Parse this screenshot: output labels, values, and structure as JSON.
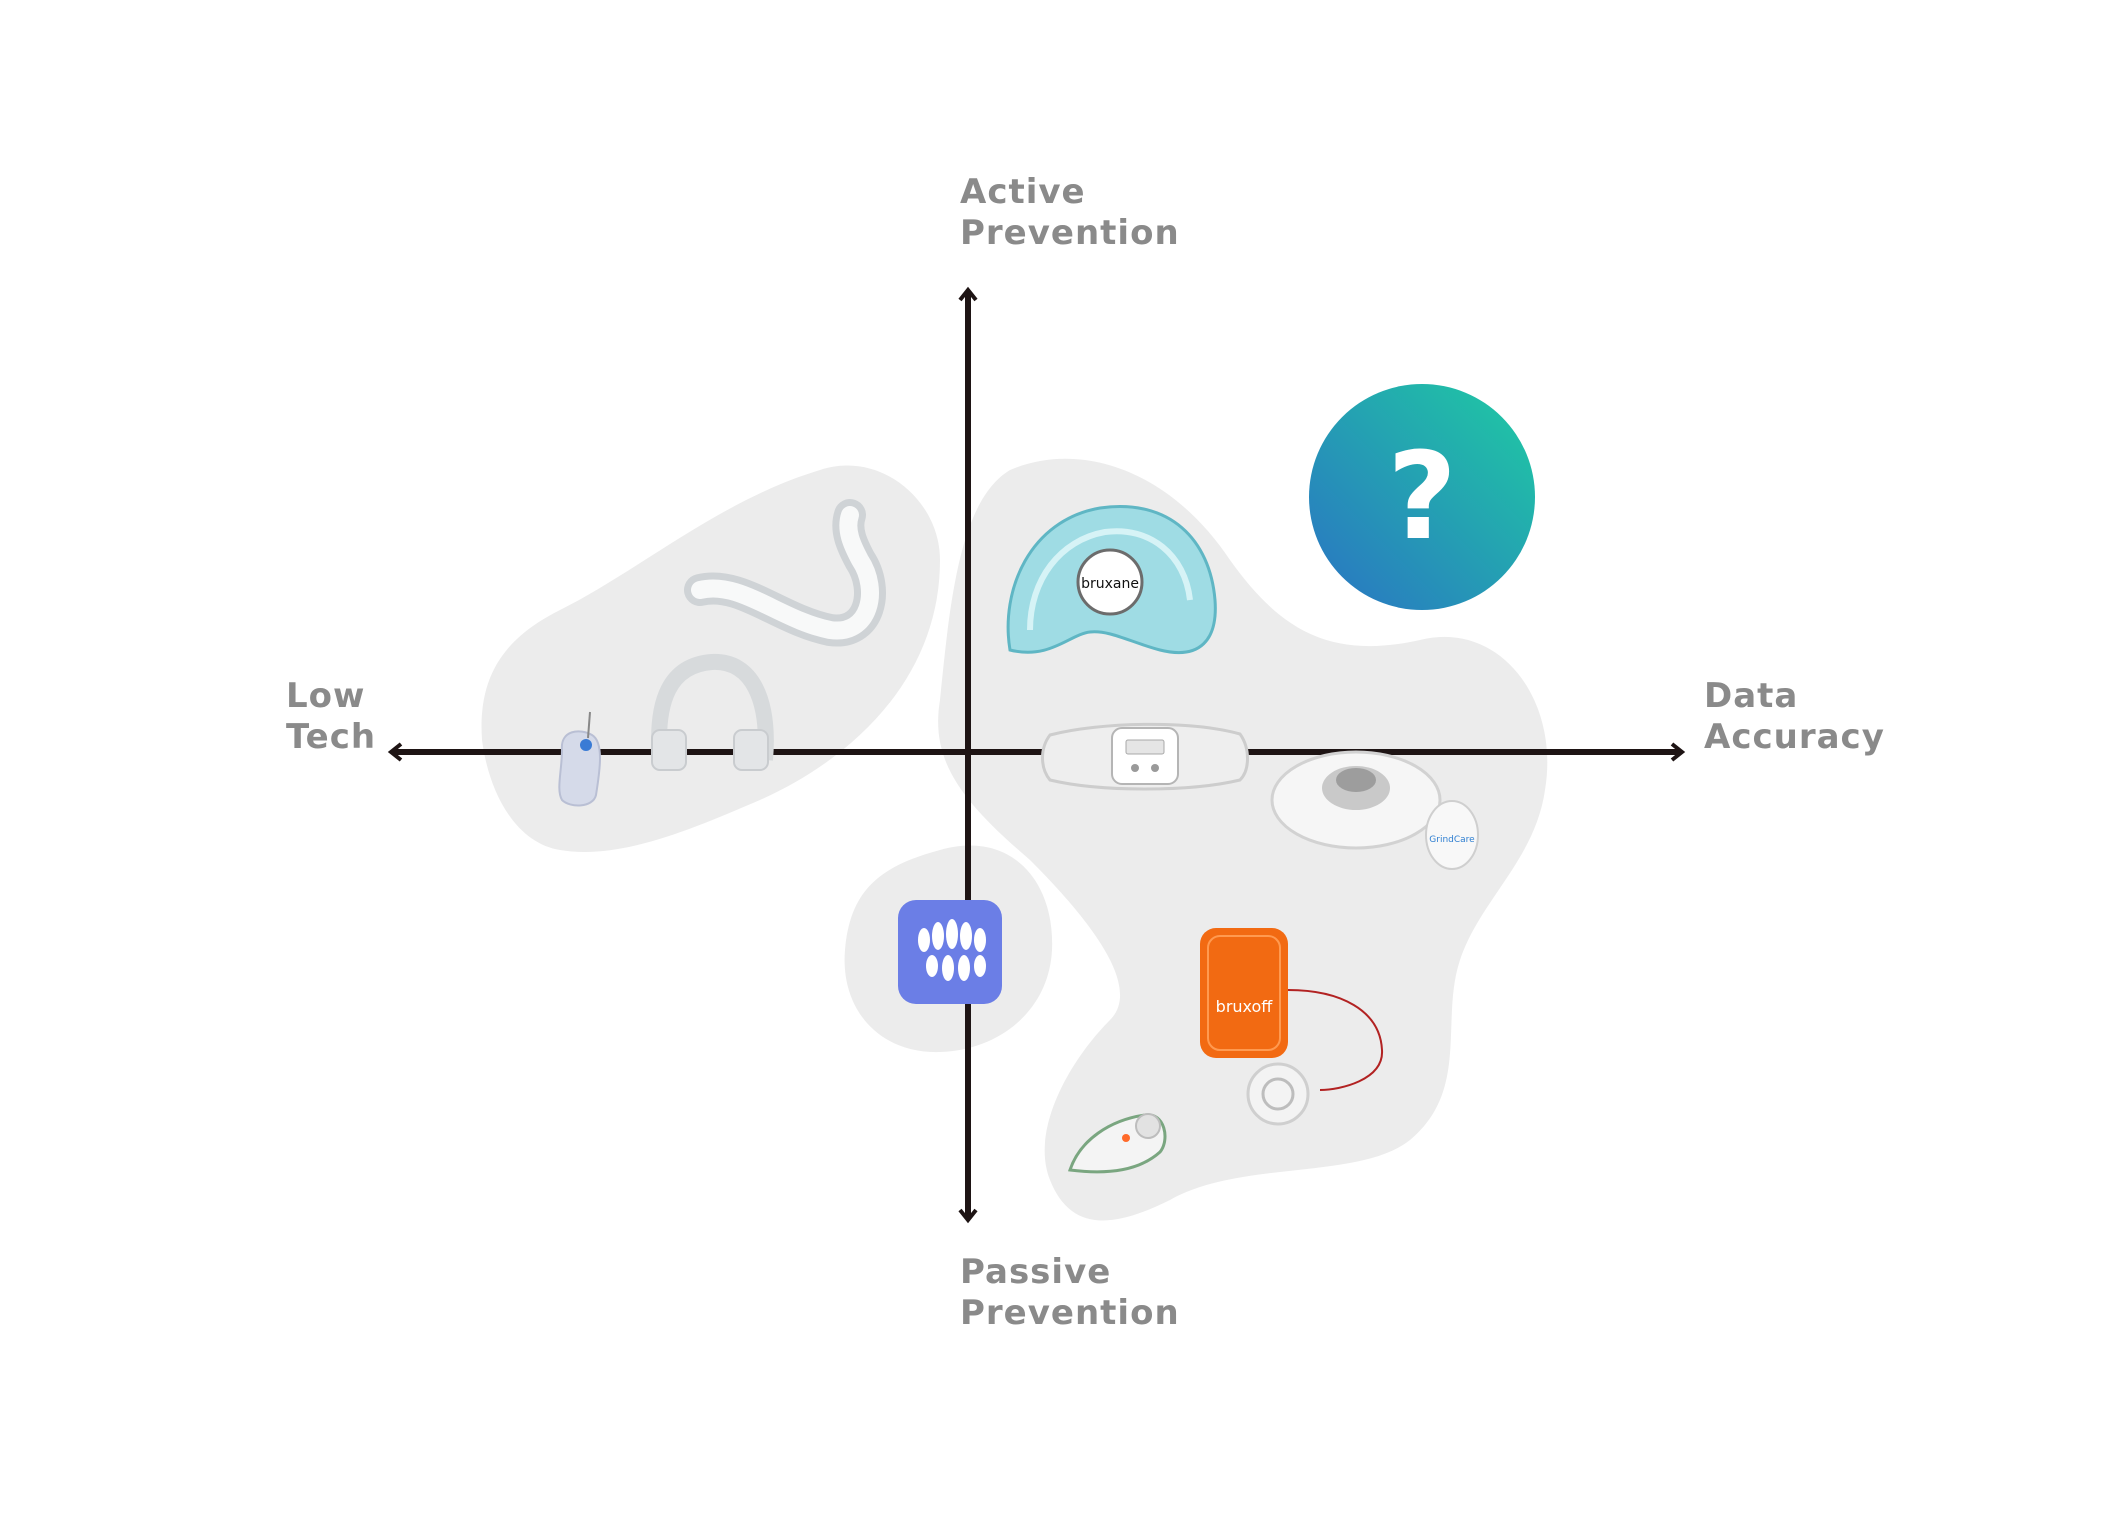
{
  "axes": {
    "top": {
      "line1": "Active",
      "line2": "Prevention"
    },
    "bottom": {
      "line1": "Passive",
      "line2": "Prevention"
    },
    "left": {
      "line1": "Low",
      "line2": "Tech"
    },
    "right": {
      "line1": "Data",
      "line2": "Accuracy"
    }
  },
  "colors": {
    "axis": "#1e1414",
    "label": "#8a8a8a",
    "blob": "#ececec",
    "question_gradient_start": "#2a7fc0",
    "question_gradient_end": "#1cc6a4",
    "app_icon": "#6b7ee6",
    "bruxoff_orange": "#f26a12",
    "bruxane_teal": "#8fd3dc"
  },
  "products": {
    "bruxane": {
      "logo_text": "bruxane"
    },
    "bruxoff": {
      "logo_text": "bruxoff"
    },
    "grindcare": {
      "logo_text": "GrindCare"
    },
    "unknown_product": {
      "symbol": "?"
    },
    "teeth_app": {
      "icon": "teeth-app-icon"
    }
  }
}
